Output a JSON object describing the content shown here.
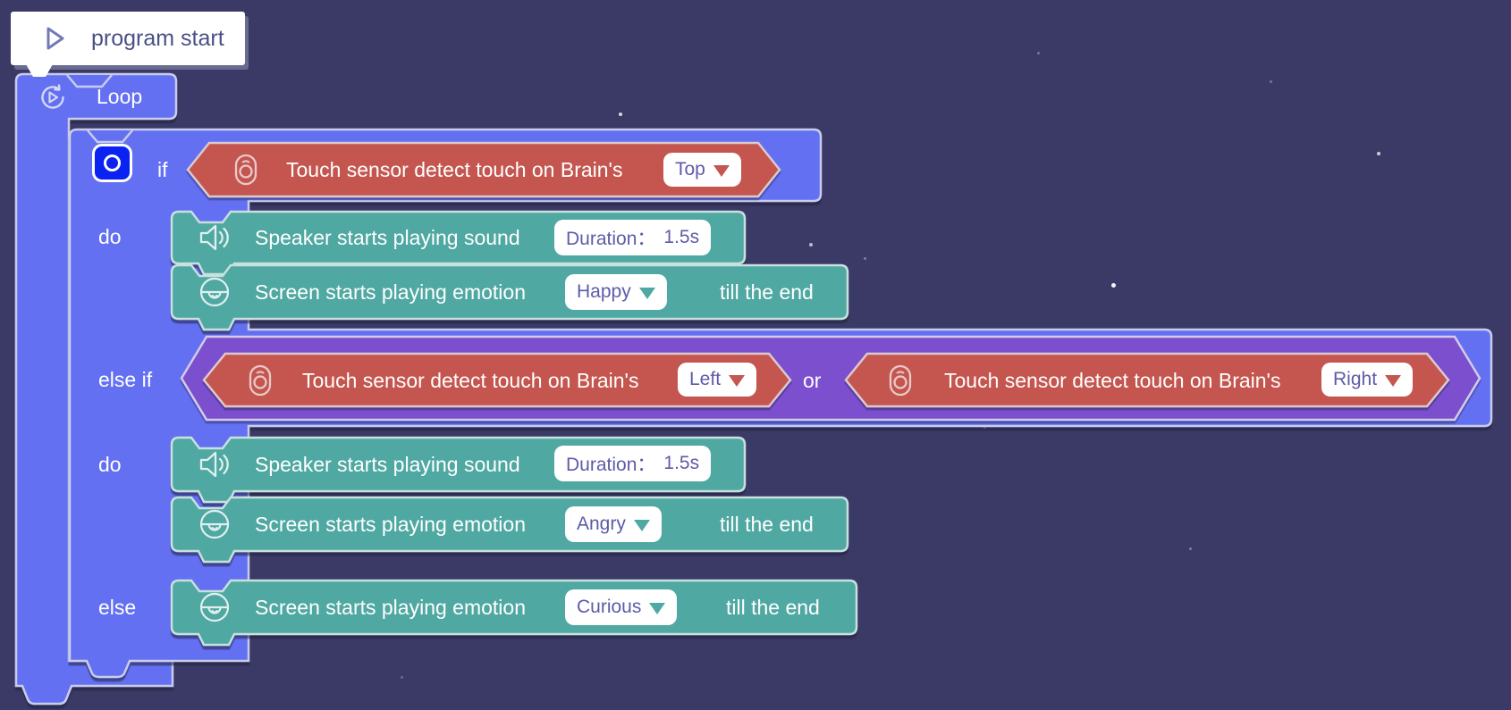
{
  "colors": {
    "background": "#3B3A67",
    "block_blue": "#6370F2",
    "block_teal": "#4FA8A2",
    "block_red": "#C4574F",
    "block_purple": "#7B50CE",
    "gear_blue": "#0A23F2",
    "outline_light": "#C9CDEB",
    "pill_text": "#5E5BA8",
    "start_text": "#4A5086"
  },
  "blocks": {
    "program_start": {
      "label": "program start"
    },
    "loop": {
      "label": "Loop"
    },
    "if": {
      "if_label": "if",
      "do1_label": "do",
      "else_if_label": "else if",
      "do2_label": "do",
      "else_label": "else",
      "or_label": "or"
    },
    "cond_top": {
      "text": "Touch sensor detect touch on Brain's",
      "value": "Top"
    },
    "cond_left": {
      "text": "Touch sensor detect touch on Brain's",
      "value": "Left"
    },
    "cond_right": {
      "text": "Touch sensor detect touch on Brain's",
      "value": "Right"
    },
    "speaker1": {
      "text": "Speaker starts playing sound",
      "duration_label": "Duration：",
      "duration_value": "1.5s"
    },
    "speaker2": {
      "text": "Speaker starts playing sound",
      "duration_label": "Duration：",
      "duration_value": "1.5s"
    },
    "emotion_happy": {
      "text": "Screen starts playing emotion",
      "value": "Happy",
      "suffix": "till the end"
    },
    "emotion_angry": {
      "text": "Screen starts playing emotion",
      "value": "Angry",
      "suffix": "till the end"
    },
    "emotion_curious": {
      "text": "Screen starts playing emotion",
      "value": "Curious",
      "suffix": "till the end"
    }
  }
}
